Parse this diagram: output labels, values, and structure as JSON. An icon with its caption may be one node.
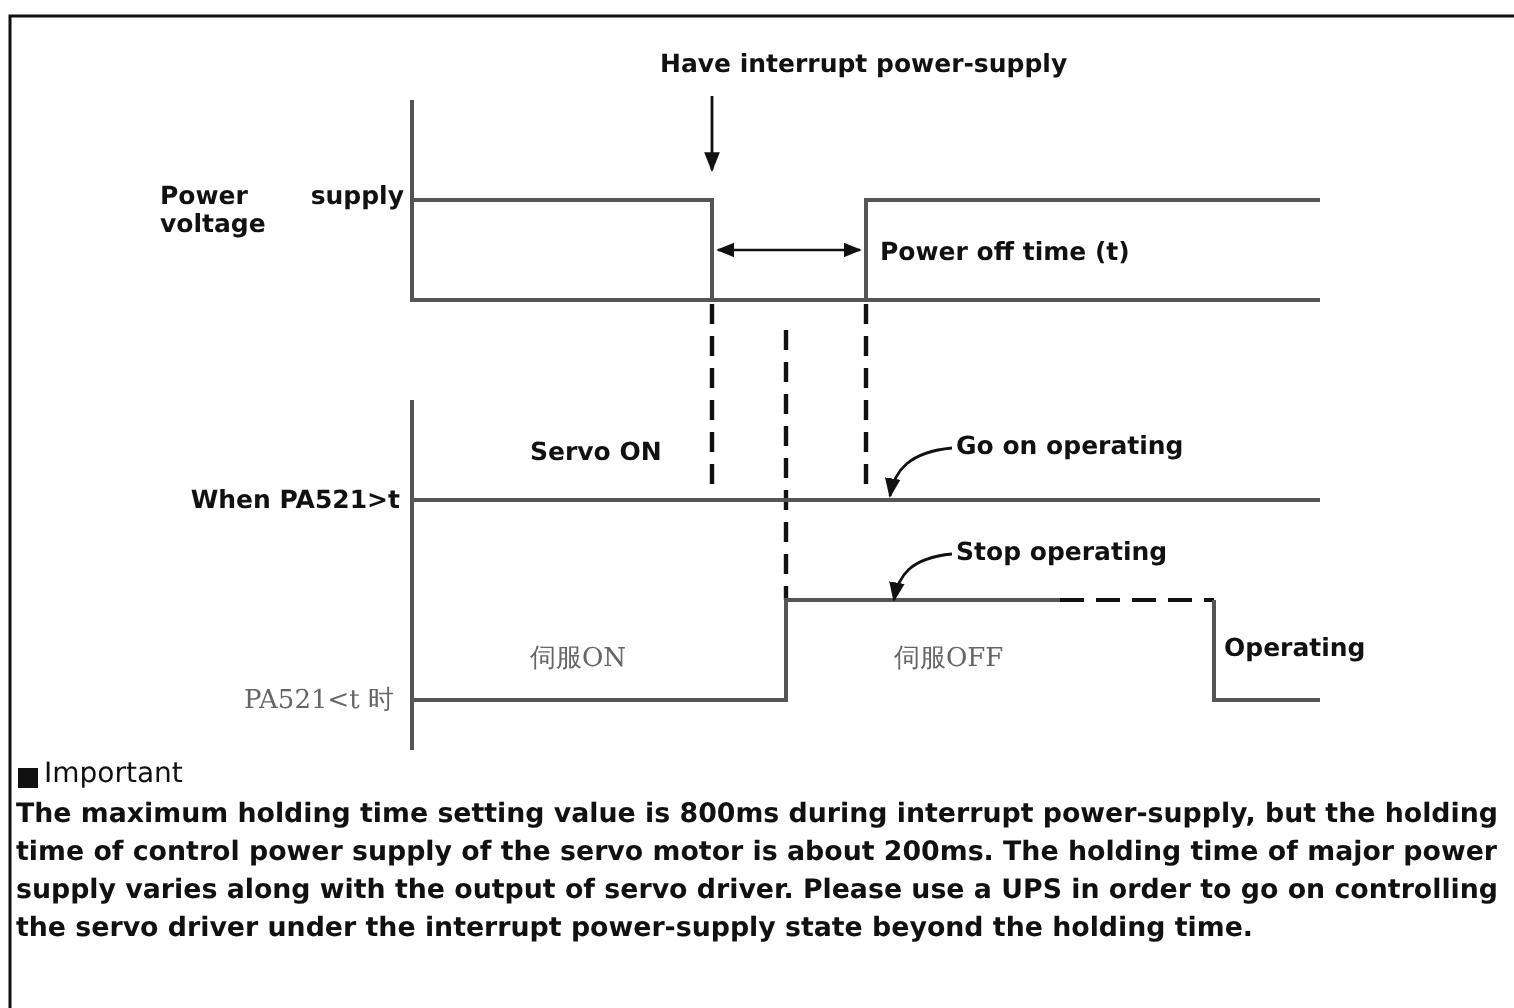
{
  "diagram": {
    "nodes": [
      {
        "text": [
          "Have interrupt power-supply"
        ]
      },
      {
        "text": [
          "Go on operating"
        ]
      },
      {
        "text": [
          "Stop operating"
        ]
      }
    ],
    "edges": [
      {
        "from": 0,
        "to": null,
        "arrow": "to"
      },
      {
        "from": 1,
        "to": null,
        "arrow": "to"
      },
      {
        "from": 2,
        "to": null,
        "arrow": "to"
      }
    ],
    "labels": [
      "Power supply voltage",
      "Power off time (t)",
      "Servo ON",
      "When PA521>t",
      "伺服ON",
      "伺服OFF",
      "Operating",
      "PA521<t 时",
      "Important",
      "The maximum holding time setting value is 800ms during interrupt power-supply, but the holding time of control power supply of the servo motor is about 200ms. The holding time of major power supply varies along with the output of servo driver. Please use a UPS in order to go on controlling the servo driver under the interrupt power-supply state beyond the holding time."
    ]
  }
}
